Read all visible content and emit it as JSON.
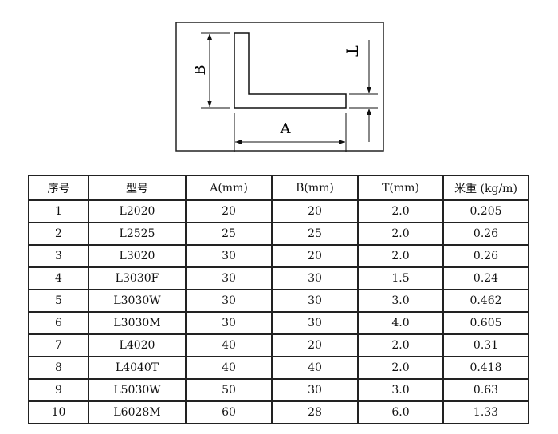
{
  "diagram": {
    "label_a": "A",
    "label_b": "B",
    "label_t": "T"
  },
  "table": {
    "headers": [
      "序号",
      "型号",
      "A(mm)",
      "B(mm)",
      "T(mm)",
      "米重 (kg/m)"
    ],
    "rows": [
      [
        "1",
        "L2020",
        "20",
        "20",
        "2.0",
        "0.205"
      ],
      [
        "2",
        "L2525",
        "25",
        "25",
        "2.0",
        "0.26"
      ],
      [
        "3",
        "L3020",
        "30",
        "20",
        "2.0",
        "0.26"
      ],
      [
        "4",
        "L3030F",
        "30",
        "30",
        "1.5",
        "0.24"
      ],
      [
        "5",
        "L3030W",
        "30",
        "30",
        "3.0",
        "0.462"
      ],
      [
        "6",
        "L3030M",
        "30",
        "30",
        "4.0",
        "0.605"
      ],
      [
        "7",
        "L4020",
        "40",
        "20",
        "2.0",
        "0.31"
      ],
      [
        "8",
        "L4040T",
        "40",
        "40",
        "2.0",
        "0.418"
      ],
      [
        "9",
        "L5030W",
        "50",
        "30",
        "3.0",
        "0.63"
      ],
      [
        "10",
        "L6028M",
        "60",
        "28",
        "6.0",
        "1.33"
      ]
    ]
  }
}
